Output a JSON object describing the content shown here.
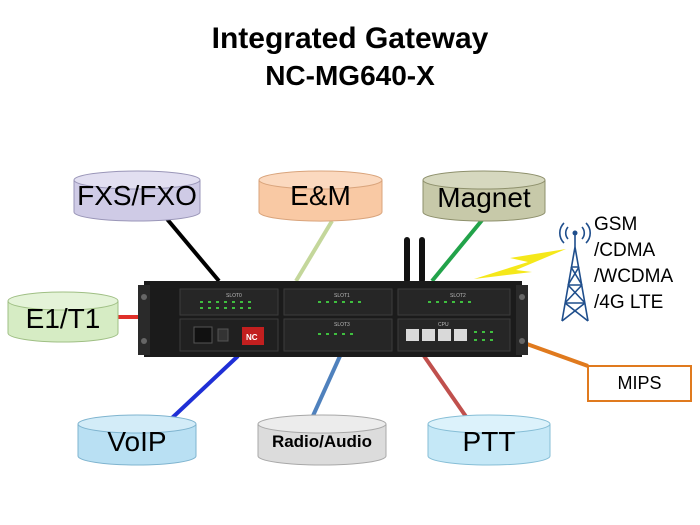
{
  "title": "Integrated Gateway",
  "model": "NC-MG640-X",
  "interfaces": {
    "fxs_fxo": "FXS/FXO",
    "em": "E&M",
    "magnet": "Magnet",
    "e1_t1": "E1/T1",
    "voip": "VoIP",
    "radio_audio": "Radio/Audio",
    "ptt": "PTT",
    "mips": "MIPS"
  },
  "wireless": [
    "GSM",
    "/CDMA",
    "/WCDMA",
    "/4G LTE"
  ],
  "device": {
    "slot_labels": [
      "SLOT0",
      "SLOT1",
      "SLOT2",
      "SLOT3",
      "CPU"
    ],
    "brand_badge": "NC"
  },
  "colors": {
    "fxs_fxo_fill": "#cfcbe6",
    "em_fill": "#f9c9a4",
    "magnet_fill": "#c7c9a9",
    "e1_t1_fill": "#d6ecc4",
    "voip_fill": "#b9e0f3",
    "radio_fill": "#dcdcdc",
    "ptt_fill": "#c5e8f7",
    "mips_border": "#e07a1e",
    "line_fxs": "#000000",
    "line_em": "#c4d79b",
    "line_magnet": "#22a34a",
    "line_e1": "#e0302a",
    "line_voip": "#1f2fd6",
    "line_radio": "#4f81bd",
    "line_ptt": "#c0504d",
    "line_mips": "#e07a1e",
    "signal": "#f5e81a"
  }
}
